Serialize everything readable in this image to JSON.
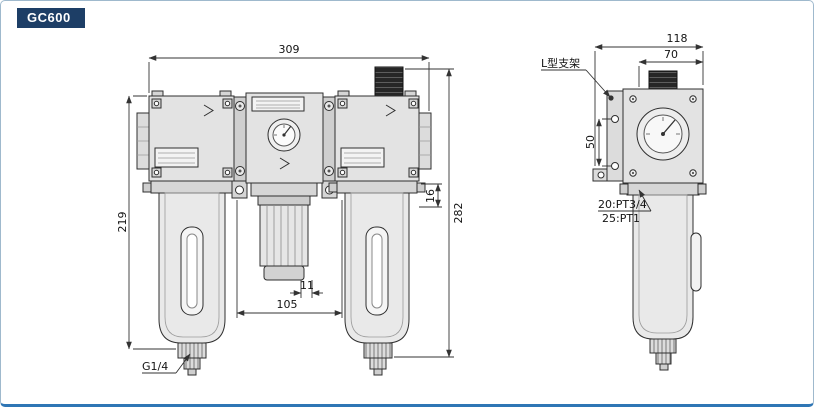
{
  "badge": {
    "label": "GC600"
  },
  "front_view": {
    "dim_overall_width": "309",
    "dim_height_left": "219",
    "dim_height_right": "282",
    "dim_offset_16": "16",
    "dim_offset_11": "11",
    "dim_bracket_span": "105",
    "drain_port": "G1/4"
  },
  "side_view": {
    "dim_depth": "118",
    "dim_depth_inner": "70",
    "dim_bracket_holes": "50",
    "bracket_label": "L型支架",
    "port_spec_line1": "20:PT3/4",
    "port_spec_line2": "25:PT1"
  },
  "colors": {
    "accent": "#1d3e66",
    "line": "#2f2f2f",
    "metal_fill": "#e3e3e3",
    "border_bottom": "#2f76b5"
  }
}
